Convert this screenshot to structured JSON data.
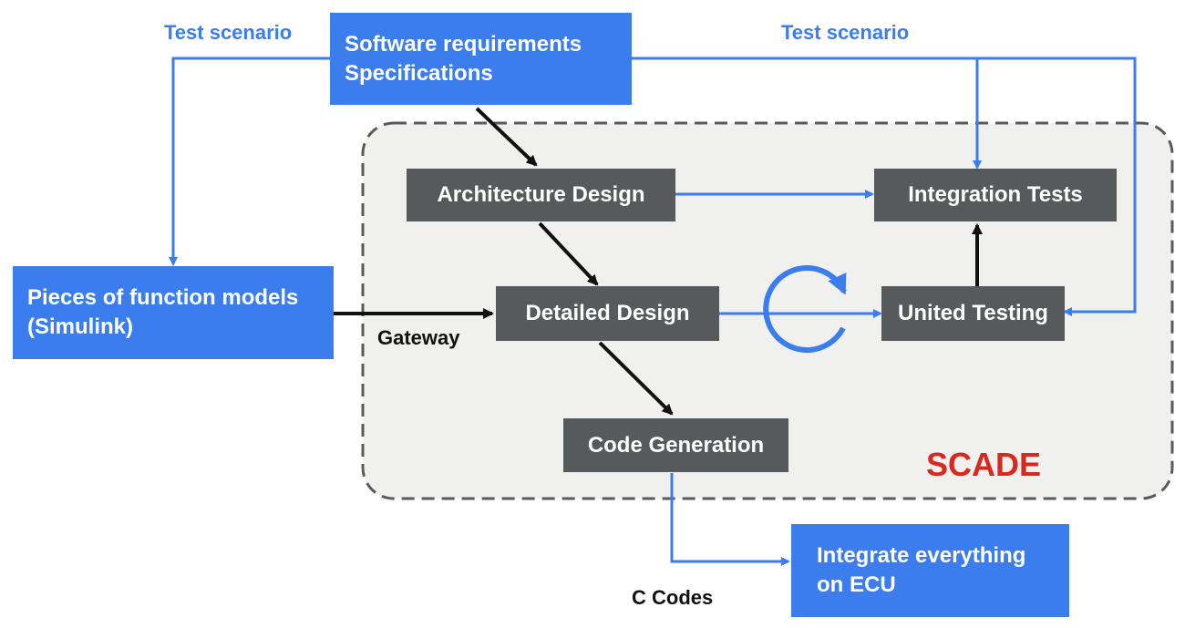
{
  "boxes": {
    "requirements": {
      "line1": "Software requirements",
      "line2": "Specifications"
    },
    "function_models": {
      "line1": "Pieces of function models",
      "line2": "(Simulink)"
    },
    "architecture": "Architecture Design",
    "integration_tests": "Integration Tests",
    "detailed_design": "Detailed Design",
    "united_testing": "United Testing",
    "code_generation": "Code Generation",
    "ecu": {
      "line1": "Integrate everything",
      "line2": "on ECU"
    }
  },
  "labels": {
    "test_scenario_left": "Test scenario",
    "test_scenario_right": "Test scenario",
    "gateway": "Gateway",
    "c_codes": "C Codes"
  },
  "region_label": "SCADE",
  "colors": {
    "blue": "#3b7ded",
    "dark_box": "#575a5a",
    "region_fill": "#f0f0ef",
    "region_border": "#5a5a5a",
    "scade_red": "#d42a1f",
    "black_arrow": "#111111"
  },
  "icons": [
    "cycle-arrow-icon"
  ]
}
